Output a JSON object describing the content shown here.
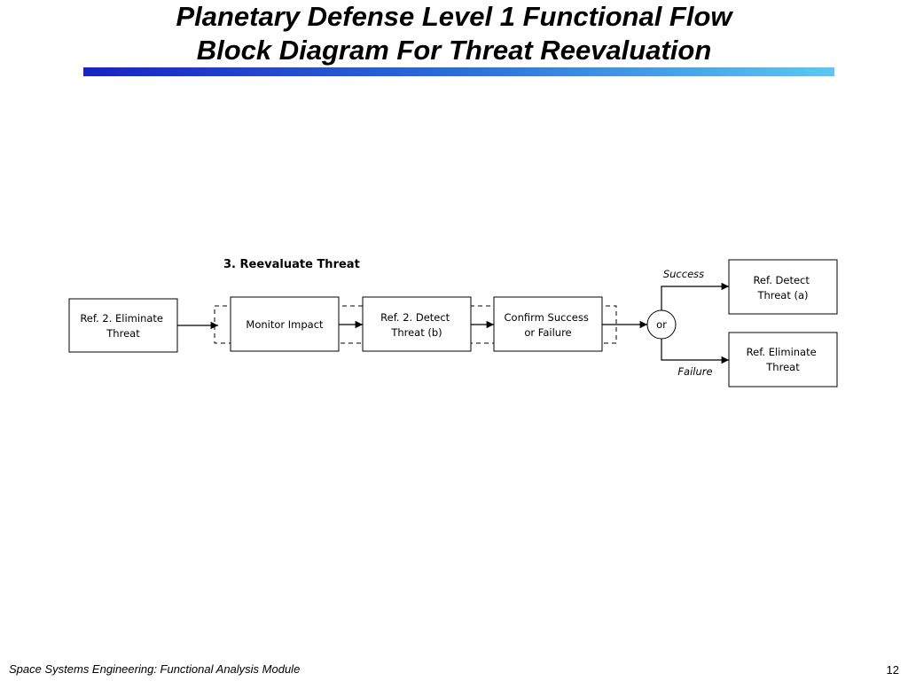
{
  "slide": {
    "title_line1": "Planetary Defense Level 1 Functional Flow",
    "title_line2": "Block Diagram For Threat Reevaluation",
    "footer_text": "Space Systems Engineering: Functional Analysis Module",
    "page_number": "12"
  },
  "diagram": {
    "section_label": "3. Reevaluate Threat",
    "blocks": {
      "eliminate_ref": [
        "Ref. 2. Eliminate",
        "Threat"
      ],
      "monitor_impact": [
        "Monitor Impact"
      ],
      "detect_b": [
        "Ref. 2. Detect",
        "Threat (b)"
      ],
      "confirm": [
        "Confirm Success",
        "or Failure"
      ],
      "detect_a": [
        "Ref. Detect",
        "Threat (a)"
      ],
      "eliminate": [
        "Ref. Eliminate",
        "Threat"
      ]
    },
    "junction": "or",
    "branch_success": "Success",
    "branch_failure": "Failure"
  }
}
